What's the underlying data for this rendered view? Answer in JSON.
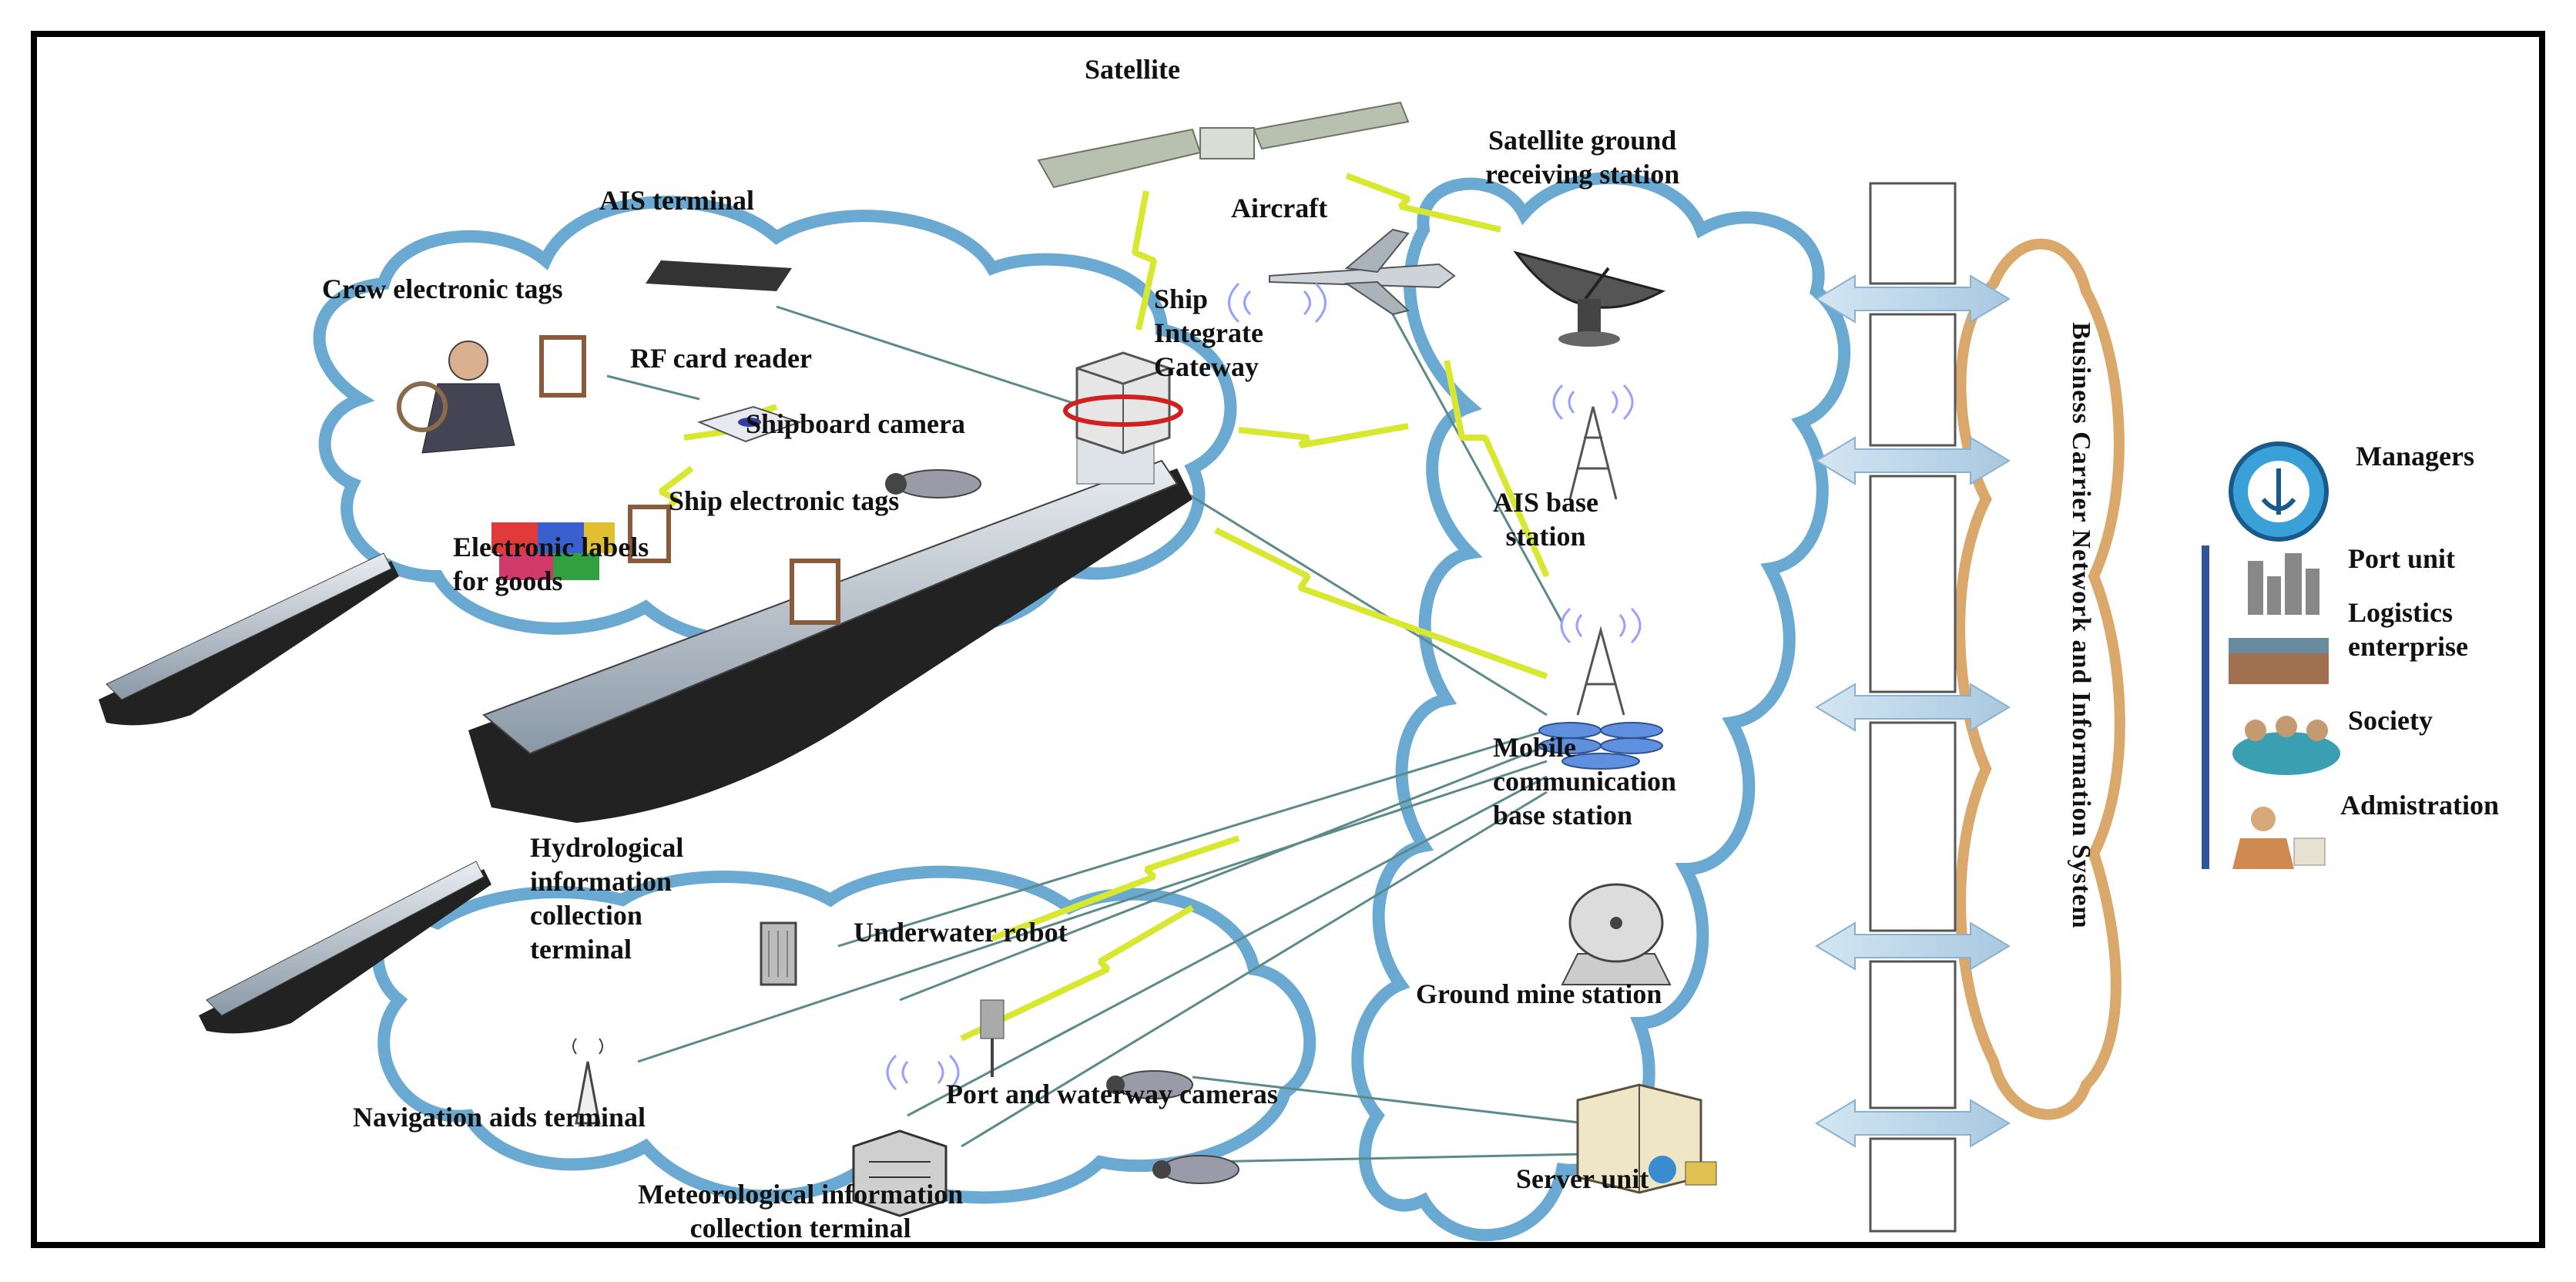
{
  "labels": {
    "satellite": "Satellite",
    "satellite_ground": "Satellite ground\nreceiving station",
    "aircraft": "Aircraft",
    "ais_terminal": "AIS terminal",
    "crew_tags": "Crew electronic tags",
    "rf_reader": "RF card reader",
    "gateway": "Ship\nIntegrate\nGateway",
    "shipboard_camera": "Shipboard camera",
    "ship_tags": "Ship electronic tags",
    "goods_labels": "Electronic labels\nfor goods",
    "ais_base": "AIS base\nstation",
    "mobile_base": "Mobile\ncommunication\nbase station",
    "hydro": "Hydrological\ninformation\ncollection\nterminal",
    "underwater_robot": "Underwater robot",
    "ground_mine": "Ground mine station",
    "nav_aids": "Navigation aids terminal",
    "port_cameras": "Port and waterway cameras",
    "meteo": "Meteorological information\ncollection terminal",
    "server": "Server unit",
    "business_system": "Business Carrier Network and Information System"
  },
  "users": [
    {
      "label": "Managers",
      "icon": "china-msa-emblem-icon"
    },
    {
      "label": "Port unit",
      "icon": "port-buildings-icon"
    },
    {
      "label": "Logistics\nenterprise",
      "icon": "logistics-icon"
    },
    {
      "label": "Society",
      "icon": "society-people-icon"
    },
    {
      "label": "Admistration",
      "icon": "administration-icon"
    }
  ],
  "colors": {
    "cloud_stroke": "#6aaad2",
    "link_line": "#5c8a8a",
    "lightning": "#d8e830",
    "carrier_column": "#d9a86a",
    "user_bar": "#2f5597"
  }
}
